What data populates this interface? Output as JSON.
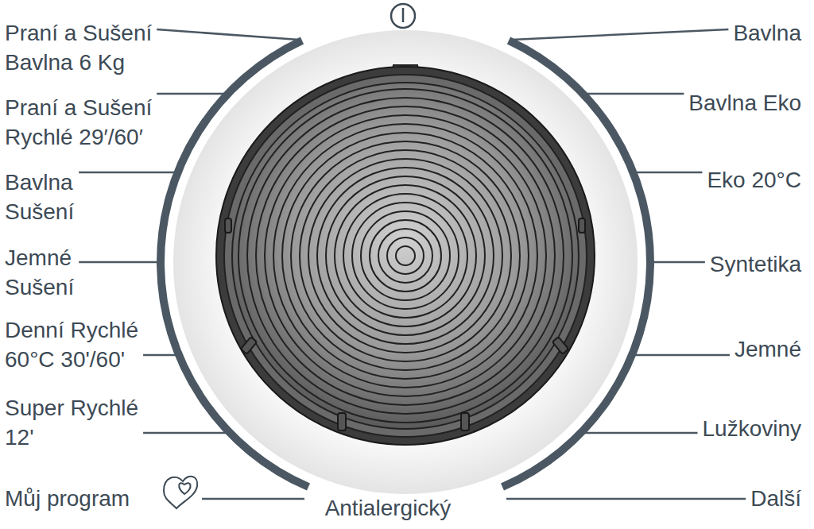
{
  "diagram": {
    "labels": [
      "Praní a Sušení Bavlna 6 Kg",
      "Praní a Sušení Rychlé 29′/60′",
      "Bavlna Sušení",
      "Jemné Sušení",
      "Denní Rychlé 60°C 30'/60'",
      "Super Rychlé 12'",
      "Můj program",
      "Bavlna",
      "Bavlna Eko",
      "Eko 20°C",
      "Syntetika",
      "Jemné",
      "Lužkoviny",
      "Další",
      "Antialergický"
    ]
  }
}
